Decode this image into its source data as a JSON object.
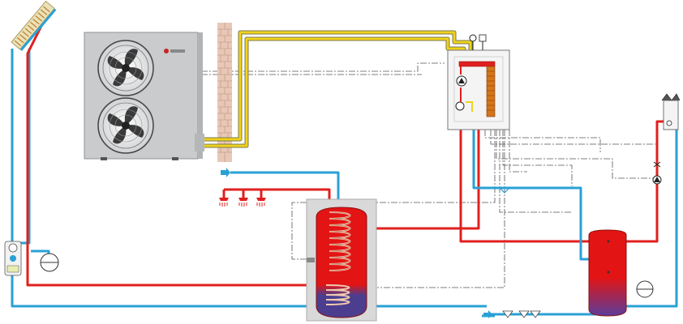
{
  "title": "",
  "colors": {
    "hot_pipe": "#e0201e",
    "cold_pipe": "#2aa1d6",
    "gas_line": "#f0d21a",
    "gas_line_edge": "#8a8a5a",
    "tank_fill": "#e31414",
    "tank_bottom": "#4b3e8f",
    "wall_brick": "#e7c8b8",
    "unit_body": "#c9cbcd",
    "jacket": "#d9d9d9",
    "control_wire": "#555555"
  },
  "components": [
    {
      "id": "solar-collector",
      "icon": "solar-collector-icon"
    },
    {
      "id": "solar-pump-station",
      "icon": "pump-station-icon"
    },
    {
      "id": "expansion-vessel-solar",
      "icon": "expansion-vessel-icon"
    },
    {
      "id": "outdoor-heat-pump",
      "icon": "fan-icon"
    },
    {
      "id": "wall",
      "icon": "brick-wall-icon"
    },
    {
      "id": "indoor-module",
      "icon": "hydraulic-module-icon"
    },
    {
      "id": "dhw-storage-tank",
      "icon": "coil-tank-icon"
    },
    {
      "id": "shower-outlets",
      "icon": "shower-head-icon"
    },
    {
      "id": "buffer-tank",
      "icon": "buffer-tank-icon"
    },
    {
      "id": "expansion-vessel-heating",
      "icon": "expansion-vessel-icon"
    },
    {
      "id": "radiator",
      "icon": "radiator-icon"
    },
    {
      "id": "cold-water-inlet",
      "icon": "arrow-right-icon"
    }
  ]
}
